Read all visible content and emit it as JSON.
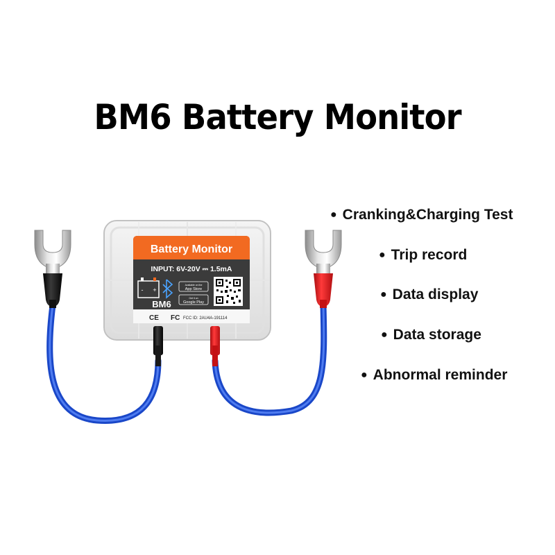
{
  "title": "BM6 Battery Monitor",
  "features": [
    "Cranking&Charging Test",
    "Trip record",
    "Data display",
    "Data storage",
    "Abnormal reminder"
  ],
  "device": {
    "label_title": "Battery Monitor",
    "input_spec": "INPUT: 6V-20V ⎓ 1.5mA",
    "model": "BM6",
    "fcc_id": "FCC ID: 2AU4A-191114",
    "app_store_small": "Available on the",
    "app_store": "App Store",
    "google_play_small": "Get it on",
    "google_play": "Google Play",
    "minus": "-",
    "plus": "+"
  },
  "colors": {
    "orange": "#f26a21",
    "dark_gray": "#3b3b3b",
    "cable_blue": "#1a47c8",
    "red_sleeve": "#e0161b",
    "black_sleeve": "#111111"
  }
}
